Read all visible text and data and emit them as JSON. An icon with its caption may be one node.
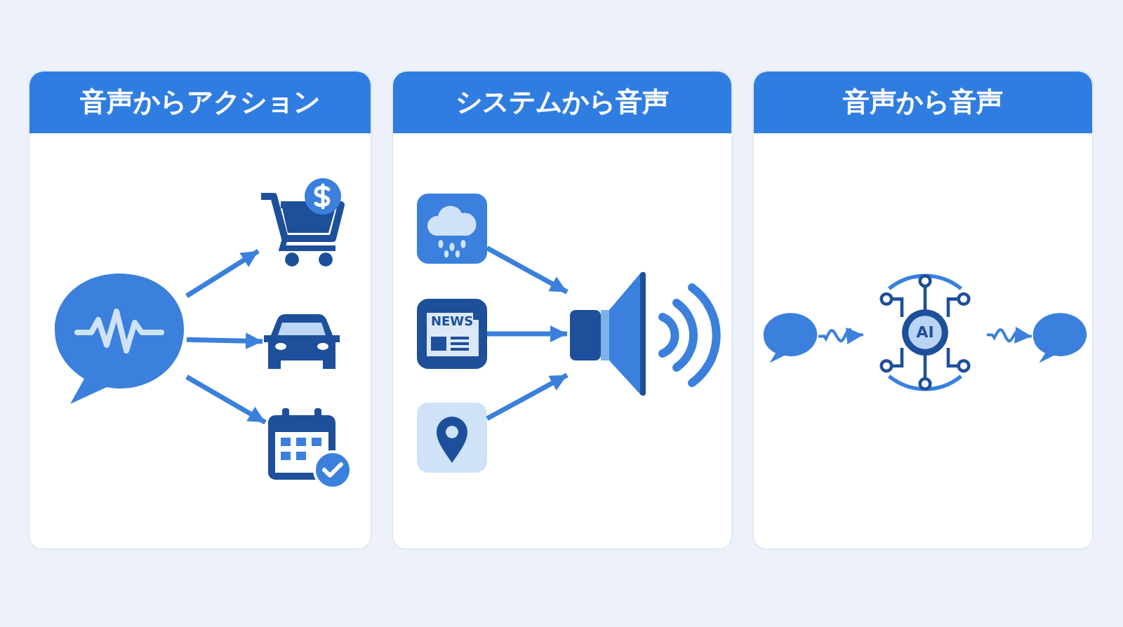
{
  "diagram": {
    "nodes": [
      {
        "text": [
          "音声からアクション"
        ]
      },
      {
        "text": [],
        "shape": "picture",
        "in": 0
      },
      {
        "text": [],
        "shape": "picture",
        "in": 0
      },
      {
        "text": [],
        "shape": "picture",
        "in": 0
      },
      {
        "text": [],
        "shape": "picture",
        "in": 0
      },
      {
        "text": [
          "システムから音声"
        ]
      },
      {
        "text": [],
        "shape": "picture",
        "in": 5
      },
      {
        "text": [
          "NEWS"
        ],
        "in": 5
      },
      {
        "text": [],
        "shape": "picture",
        "in": 5
      },
      {
        "text": [],
        "shape": "picture",
        "in": 5
      },
      {
        "text": [
          "音声から音声"
        ]
      },
      {
        "text": [],
        "shape": "picture",
        "in": 10
      },
      {
        "text": [
          "AI"
        ],
        "in": 10
      },
      {
        "text": [],
        "shape": "picture",
        "in": 10
      }
    ],
    "edges": [
      {
        "from": 1,
        "to": 2,
        "arrow": "to"
      },
      {
        "from": 1,
        "to": 3,
        "arrow": "to"
      },
      {
        "from": 1,
        "to": 4,
        "arrow": "to"
      },
      {
        "from": 6,
        "to": 9,
        "arrow": "to"
      },
      {
        "from": 7,
        "to": 9,
        "arrow": "to"
      },
      {
        "from": 8,
        "to": 9,
        "arrow": "to"
      },
      {
        "from": 11,
        "to": 12,
        "arrow": "to"
      },
      {
        "from": 12,
        "to": 13,
        "arrow": "to"
      }
    ]
  }
}
